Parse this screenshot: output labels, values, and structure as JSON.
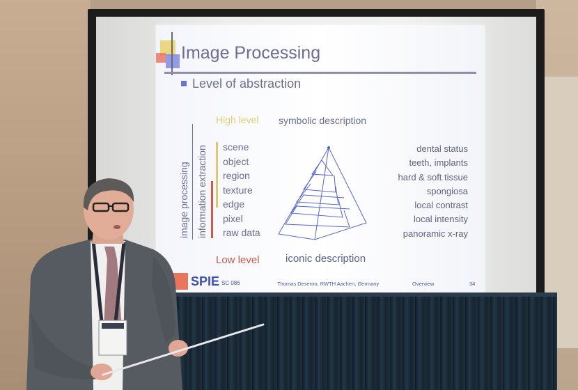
{
  "slide": {
    "title": "Image Processing",
    "bullet": "Level of abstraction",
    "high_level": "High level",
    "symbolic": "symbolic description",
    "low_level": "Low level",
    "iconic": "iconic description",
    "axis_left": "image processing",
    "axis_right": "information extraction",
    "levels": [
      "scene",
      "object",
      "region",
      "texture",
      "edge",
      "pixel",
      "raw data"
    ],
    "descriptions": [
      "dental status",
      "teeth, implants",
      "hard & soft tissue",
      "spongiosa",
      "local contrast",
      "local intensity",
      "panoramic x-ray"
    ],
    "footer": {
      "logo": "SPIE",
      "course": "SC 086",
      "author": "Thomas Deserno, RWTH Aachen, Germany",
      "section": "Overview",
      "page": "34"
    }
  },
  "colors": {
    "title": "#6b6e92",
    "high_level": "#d8d070",
    "low_level": "#c95a4a",
    "footer_text": "#4a55a8",
    "pyramid": "#5566c8",
    "skirt": "#1a2a36"
  }
}
